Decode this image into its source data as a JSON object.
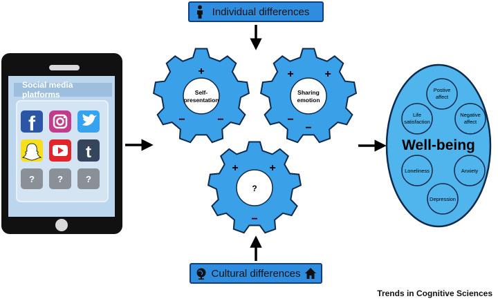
{
  "individual_label": "Individual differences",
  "cultural_label": "Cultural differences",
  "phone_title": "Social media platforms",
  "gears": {
    "self_presentation_line1": "Self-",
    "self_presentation_line2": "presentation",
    "sharing_line1": "Sharing",
    "sharing_line2": "emotion",
    "unknown": "?"
  },
  "signs": {
    "plus": "+",
    "minus": "−"
  },
  "placeholder_app": "?",
  "wellbeing": {
    "title": "Well-being",
    "positive_line1": "Postive",
    "positive_line2": "affect",
    "life_line1": "Life",
    "life_line2": "satisfaction",
    "negative_line1": "Negative",
    "negative_line2": "affect",
    "loneliness": "Loneliness",
    "anxiety": "Anxiety",
    "depression": "Depression"
  },
  "footer": "Trends in Cognitive Sciences",
  "colors": {
    "gear": "#3aa0e8",
    "gear_stroke": "#0d2a4d",
    "phone_body": "#111111",
    "phone_screen": "#bcd6ee",
    "oval": "#4fb5ec",
    "pill": "#2f8de0"
  },
  "icons": [
    "facebook-icon",
    "instagram-icon",
    "twitter-icon",
    "snapchat-icon",
    "youtube-icon",
    "tumblr-icon",
    "unknown-app-icon",
    "unknown-app-icon",
    "unknown-app-icon",
    "person-icon",
    "globe-icon",
    "house-icon"
  ]
}
